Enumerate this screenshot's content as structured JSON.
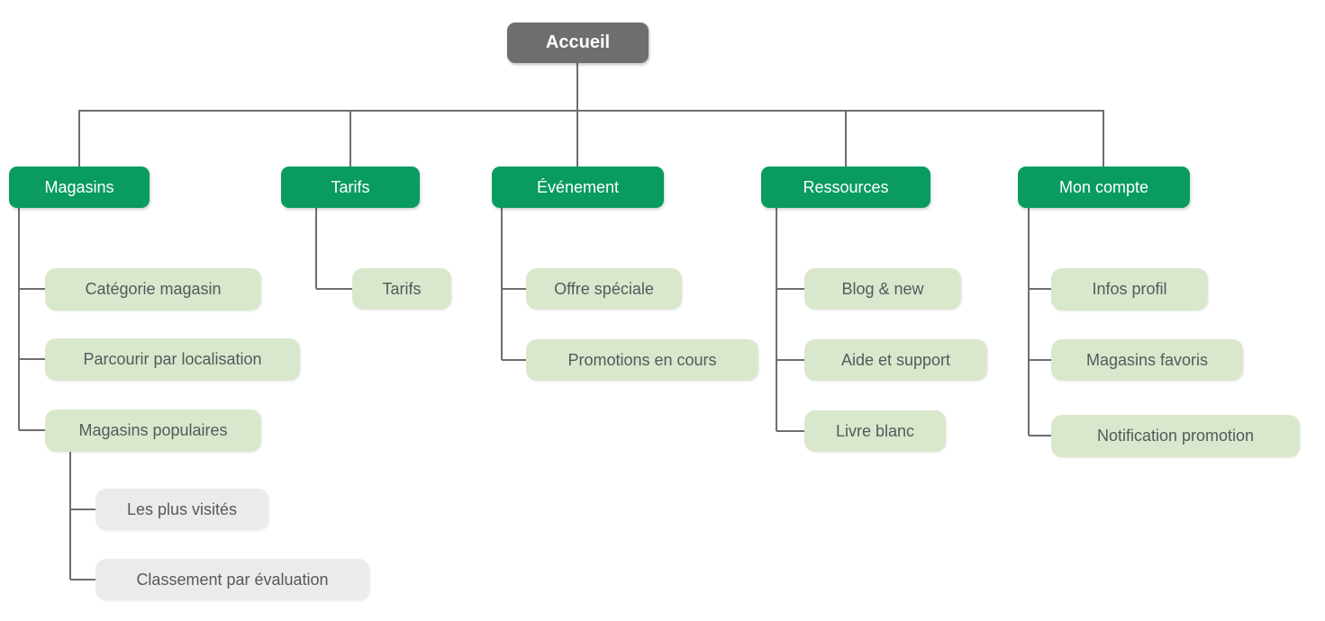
{
  "diagram": {
    "type": "sitemap-tree",
    "root": {
      "label": "Accueil"
    },
    "branches": [
      {
        "label": "Magasins",
        "children": [
          {
            "label": "Catégorie magasin"
          },
          {
            "label": "Parcourir par localisation"
          },
          {
            "label": "Magasins populaires",
            "children": [
              {
                "label": "Les plus visités"
              },
              {
                "label": "Classement par évaluation"
              }
            ]
          }
        ]
      },
      {
        "label": "Tarifs",
        "children": [
          {
            "label": "Tarifs"
          }
        ]
      },
      {
        "label": "Événement",
        "children": [
          {
            "label": "Offre spéciale"
          },
          {
            "label": "Promotions en cours"
          }
        ]
      },
      {
        "label": "Ressources",
        "children": [
          {
            "label": "Blog & new"
          },
          {
            "label": "Aide et support"
          },
          {
            "label": "Livre blanc"
          }
        ]
      },
      {
        "label": "Mon compte",
        "children": [
          {
            "label": "Infos profil"
          },
          {
            "label": "Magasins favoris"
          },
          {
            "label": "Notification promotion"
          }
        ]
      }
    ],
    "colors": {
      "root_bg": "#6e6e6e",
      "root_text": "#ffffff",
      "branch_bg": "#0a9b61",
      "branch_text": "#ffffff",
      "child_bg": "#d9e8cc",
      "grandchild_bg": "#ebebeb",
      "child_text": "#55595c",
      "connector": "#6e6e6e",
      "canvas_bg": "#ffffff"
    }
  }
}
